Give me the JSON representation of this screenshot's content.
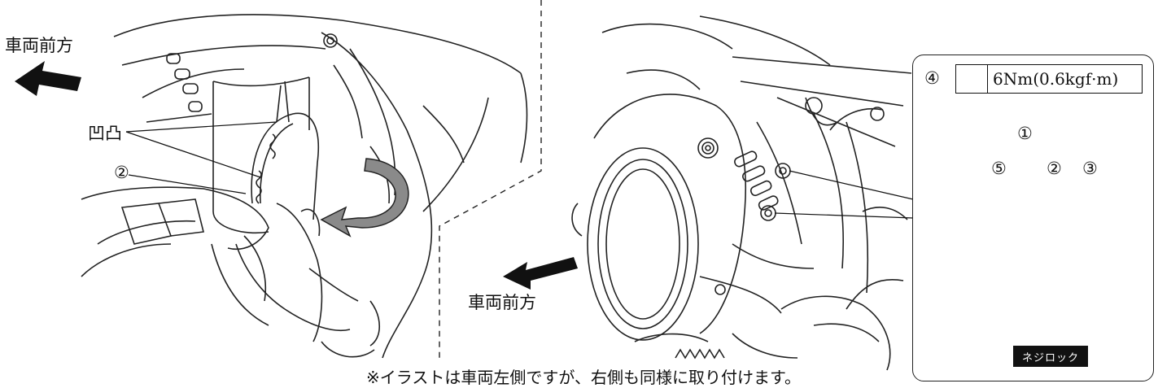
{
  "left_panel": {
    "direction_label": "車両前方",
    "callout_bumps": "凹凸",
    "callout_part": "②"
  },
  "right_panel": {
    "direction_label": "車両前方"
  },
  "detail": {
    "torque_value": "6Nm(0.6kgf·m)",
    "tool_icon": "wrench-icon",
    "parts": {
      "p1": "①",
      "p2": "②",
      "p3": "③",
      "p4": "④",
      "p5": "⑤"
    },
    "threadlock_label": "ネジロック"
  },
  "footnote": "※イラストは車両左側ですが、右側も同様に取り付けます。"
}
